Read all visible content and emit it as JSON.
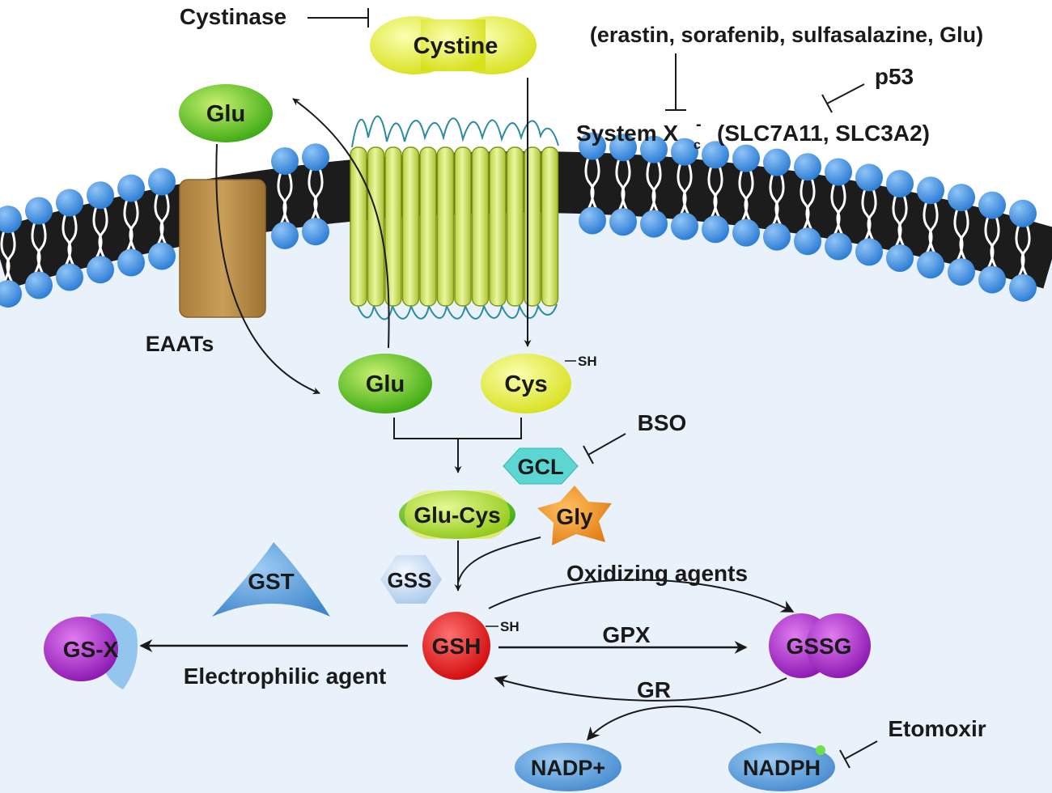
{
  "colors": {
    "cytoplasm": "#e9f1fb",
    "membrane_core": "#1c1c1c",
    "lipid_head": "#3e8ee0",
    "lipid_head_light": "#7ab6f2",
    "transporter": "#cfe36a",
    "transporter_dark": "#8aa020",
    "eaat": "#b8904a",
    "yellow_node": "#e6ee2c",
    "green_node": "#5cc21c",
    "red_node": "#e01010",
    "purple_node": "#a01fc0",
    "blue_node": "#4f9bdc",
    "gcl": "#5bd6d2",
    "gly": "#ee8a1e",
    "gss": "#c6dcf2"
  },
  "labels": {
    "cystinase": "Cystinase",
    "cystine": "Cystine",
    "inhibitors": "(erastin, sorafenib, sulfasalazine, Glu)",
    "p53": "p53",
    "system_xc_main": "System X",
    "system_xc_sub": "c",
    "system_xc_sup": "-",
    "system_xc_genes": "(SLC7A11, SLC3A2)",
    "glu_outside": "Glu",
    "eaats": "EAATs",
    "glu_inside": "Glu",
    "cys": "Cys",
    "cys_sh": "SH",
    "bso": "BSO",
    "gcl": "GCL",
    "glu_cys": "Glu-Cys",
    "gly": "Gly",
    "gss": "GSS",
    "gst": "GST",
    "gsh": "GSH",
    "gsh_sh": "SH",
    "oxidizing_agents": "Oxidizing agents",
    "gpx": "GPX",
    "gssg": "GSSG",
    "gsx": "GS-X",
    "electrophilic_agent": "Electrophilic agent",
    "gr": "GR",
    "nadp_plus": "NADP+",
    "nadph": "NADPH",
    "etomoxir": "Etomoxir"
  }
}
